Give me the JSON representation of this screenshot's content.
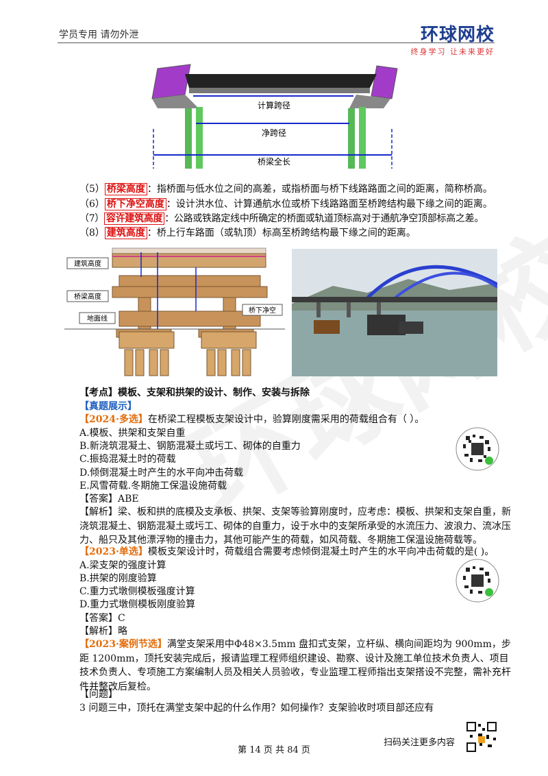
{
  "header": {
    "left_text": "学员专用 请勿外泄",
    "logo_main": "环球网校",
    "logo_sub": "终身学习 让未来更好"
  },
  "watermark": "环球网校",
  "diagram1": {
    "labels": [
      "计算跨径",
      "净跨径",
      "桥梁全长"
    ]
  },
  "definitions": [
    {
      "num": "（5）",
      "term": "桥梁高度",
      "desc": "：指桥面与低水位之间的高差，或指桥面与桥下线路路面之间的距离，简称桥高。"
    },
    {
      "num": "（6）",
      "term": "桥下净空高度",
      "desc": "：设计洪水位、计算通航水位或桥下线路路面至桥跨结构最下缘之间的距离。"
    },
    {
      "num": "（7）",
      "term": "容许建筑高度",
      "desc": "：公路或铁路定线中所确定的桥面或轨道顶标高对于通航净空顶部标高之差。"
    },
    {
      "num": "（8）",
      "term": "建筑高度",
      "desc": "：桥上行车路面（或轨顶）标高至桥跨结构最下缘之间的距离。"
    }
  ],
  "diagram2": {
    "labels": [
      "建筑高度",
      "桥梁高度",
      "地面线",
      "桥下净空"
    ]
  },
  "section": {
    "title": "【考点】模板、支架和拱架的设计、制作、安装与拆除",
    "subtitle": "【真题展示】"
  },
  "q1": {
    "tag": "【2024·多选】",
    "stem": "在桥梁工程模板支架设计中，验算刚度需采用的荷载组合有（   ）。",
    "options": [
      "A.模板、拱架和支架自重",
      "B.新浇筑混凝土、钢筋混凝土或圬工、砌体的自重力",
      "C.振捣混凝土时的荷载",
      "D.倾倒混凝土时产生的水平向冲击荷载",
      "E.风雪荷载.冬期施工保温设施荷载"
    ],
    "answer": "【答案】ABE",
    "analysis": "【解析】梁、板和拱的底模及支承板、拱架、支架等验算刚度时，应考虑：模板、拱架和支架自重，新浇筑混凝土、钢筋混凝土或圬工、砌体的自重力，设于水中的支架所承受的水流压力、波浪力、流冰压力、船只及其他漂浮物的撞击力，其他可能产生的荷载，如风荷载、冬期施工保温设施荷载等。"
  },
  "q2": {
    "tag": "【2023·单选】",
    "stem": "模板支架设计时，荷载组合需要考虑倾倒混凝土时产生的水平向冲击荷载的是(    )。",
    "options": [
      "A.梁支架的强度计算",
      "B.拱架的刚度验算",
      "C.重力式墩侧模板强度计算",
      "D.重力式墩侧模板刚度验算"
    ],
    "answer": "【答案】C",
    "analysis": "【解析】略"
  },
  "q3": {
    "tag": "【2023·案例节选】",
    "text": "满堂支架采用中Φ48×3.5mm 盘扣式支架，立杆纵、横向间距均为 900mm，步距 1200mm，顶托安装完成后，报请监理工程师组织建设、勘察、设计及施工单位技术负责人、项目技术负责人、专项施工方案编制人员及相关人员验收，专业监理工程师指出支架搭设不完整，需补充杆件并整改后复检。",
    "question_label": "【问题】",
    "question": "3 问题三中，顶托在满堂支架中起的什么作用？如何操作？支架验收时项目部还应有"
  },
  "footer": {
    "page": "第 14 页 共 84 页",
    "scan": "扫码关注更多内容"
  }
}
